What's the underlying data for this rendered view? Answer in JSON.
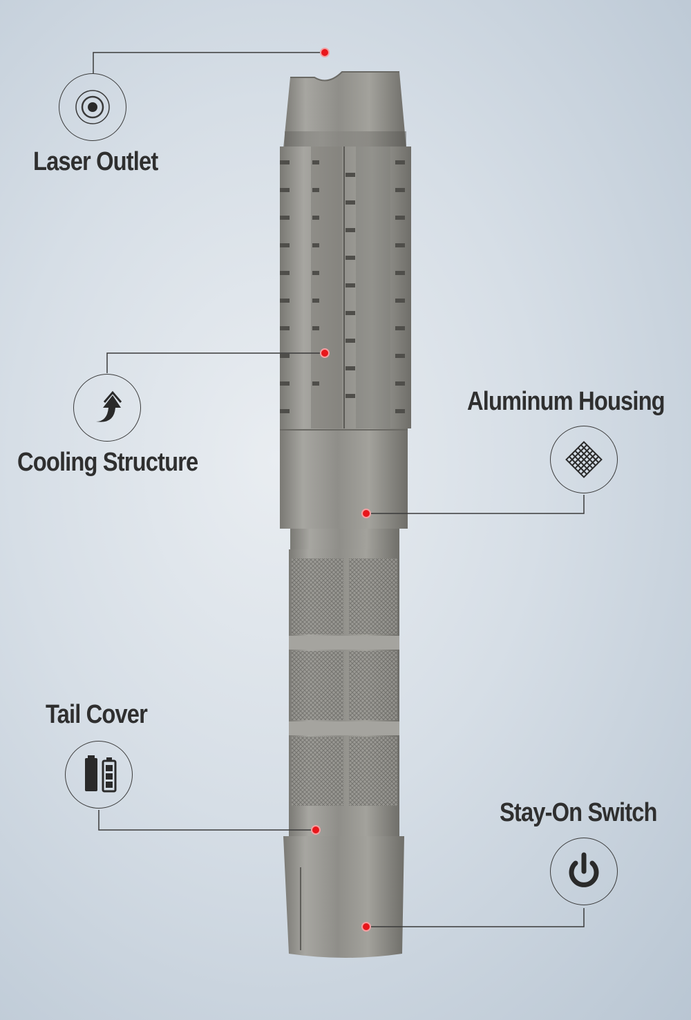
{
  "callouts": {
    "laser_outlet": {
      "label": "Laser Outlet",
      "icon": "target-icon"
    },
    "cooling_structure": {
      "label": "Cooling Structure",
      "icon": "upward-arrow-icon"
    },
    "aluminum_housing": {
      "label": "Aluminum Housing",
      "icon": "mesh-grid-icon"
    },
    "tail_cover": {
      "label": "Tail Cover",
      "icon": "battery-icon"
    },
    "stay_on_switch": {
      "label": "Stay-On Switch",
      "icon": "power-icon"
    }
  },
  "colors": {
    "marker": "#e8161b",
    "text": "#2f2f2f",
    "line": "#3a3a3a",
    "metal": "#8d8c87"
  }
}
